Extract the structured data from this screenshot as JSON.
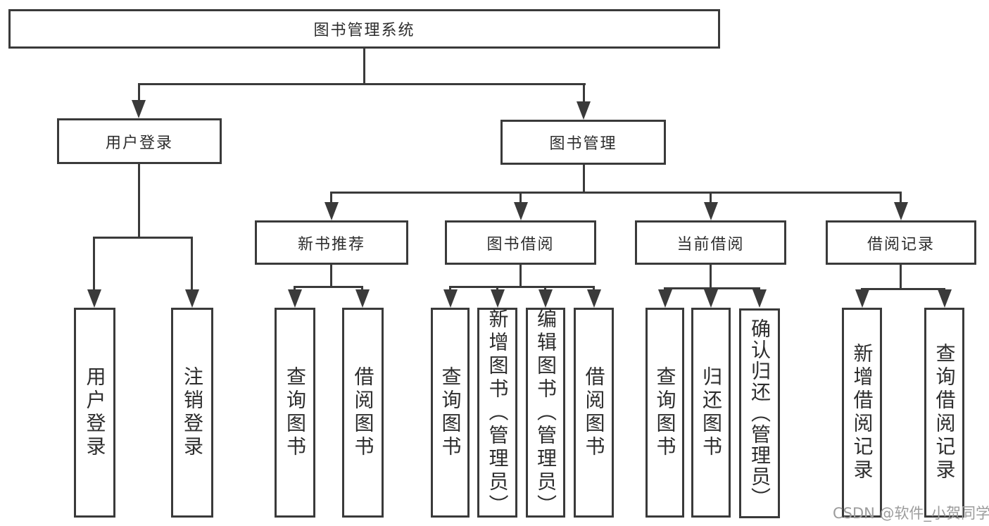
{
  "tree": {
    "root": {
      "label": "图书管理系统"
    },
    "level2": [
      {
        "label": "用户登录",
        "children": [
          {
            "label": "用户登录"
          },
          {
            "label": "注销登录"
          }
        ]
      },
      {
        "label": "图书管理",
        "children": [
          {
            "label": "新书推荐",
            "children": [
              {
                "label": "查询图书"
              },
              {
                "label": "借阅图书"
              }
            ]
          },
          {
            "label": "图书借阅",
            "children": [
              {
                "label": "查询图书"
              },
              {
                "label": "新增图书（管理员）"
              },
              {
                "label": "编辑图书（管理员）"
              },
              {
                "label": "借阅图书"
              }
            ]
          },
          {
            "label": "当前借阅",
            "children": [
              {
                "label": "查询图书"
              },
              {
                "label": "归还图书"
              },
              {
                "label": "确认归还（管理员）"
              }
            ]
          },
          {
            "label": "借阅记录",
            "children": [
              {
                "label": "新增借阅记录"
              },
              {
                "label": "查询借阅记录"
              }
            ]
          }
        ]
      }
    ]
  },
  "watermark": {
    "text": "CSDN @软件_小贺同学"
  },
  "colors": {
    "line": "#3a3a3a",
    "text": "#2d2d2d",
    "box_background": "#ffffff",
    "watermark": "#9c9c9c",
    "page_background": "#ffffff"
  }
}
